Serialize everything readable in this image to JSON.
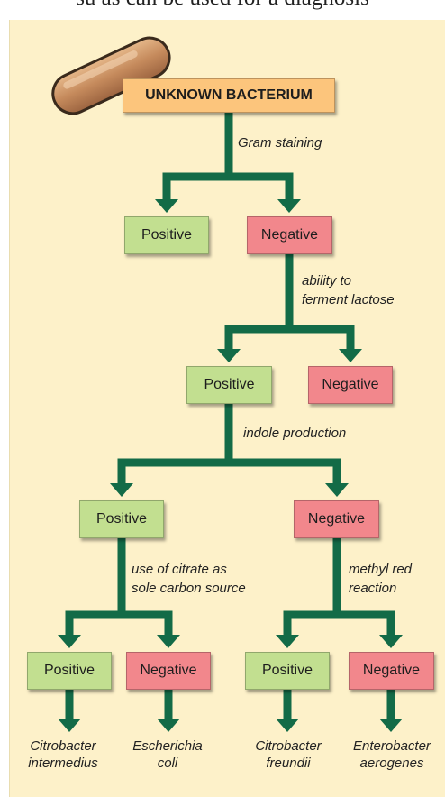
{
  "header_fragment": "su as can be used for a diagnosis",
  "colors": {
    "panel_bg": "#fdf1c9",
    "arrow": "#136b47",
    "root_box": "#fcc57c",
    "positive_box": "#c2df90",
    "negative_box": "#f2878c",
    "bacterium_fill": "#c58a5c",
    "bacterium_outline": "#3a2a1c"
  },
  "icons": {
    "bacterium": "rod-bacterium-icon"
  },
  "root": {
    "label": "UNKNOWN BACTERIUM"
  },
  "tests": {
    "gram": {
      "text": "Gram staining"
    },
    "lactose": {
      "line1": "ability to",
      "line2": "ferment lactose"
    },
    "indole": {
      "text": "indole production"
    },
    "citrate": {
      "line1": "use of citrate as",
      "line2": "sole carbon source"
    },
    "methyl": {
      "line1": "methyl red",
      "line2": "reaction"
    }
  },
  "nodes": {
    "gram_pos": {
      "label": "Positive"
    },
    "gram_neg": {
      "label": "Negative"
    },
    "lac_pos": {
      "label": "Positive"
    },
    "lac_neg": {
      "label": "Negative"
    },
    "ind_pos": {
      "label": "Positive"
    },
    "ind_neg": {
      "label": "Negative"
    },
    "cit_pos": {
      "label": "Positive"
    },
    "cit_neg": {
      "label": "Negative"
    },
    "mr_pos": {
      "label": "Positive"
    },
    "mr_neg": {
      "label": "Negative"
    }
  },
  "results": [
    {
      "line1": "Citrobacter",
      "line2": "intermedius"
    },
    {
      "line1": "Escherichia",
      "line2": "coli"
    },
    {
      "line1": "Citrobacter",
      "line2": "freundii"
    },
    {
      "line1": "Enterobacter",
      "line2": "aerogenes"
    }
  ]
}
